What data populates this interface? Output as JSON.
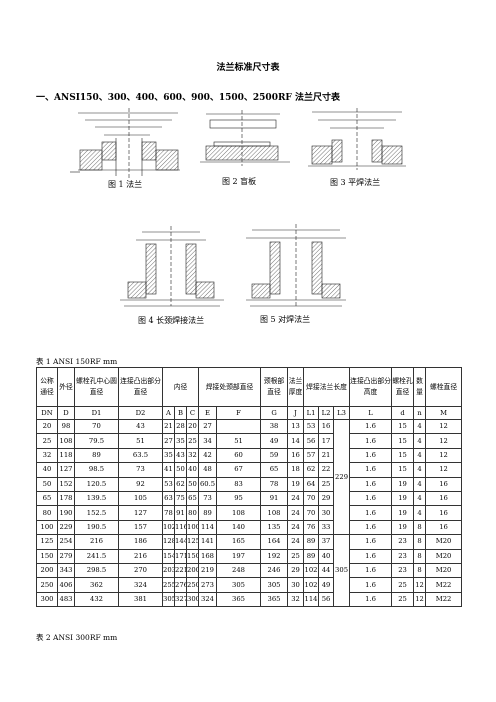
{
  "document": {
    "title": "法兰标准尺寸表",
    "section": "一、ANSI150、300、400、600、900、1500、2500RF 法兰尺寸表"
  },
  "figures": {
    "fig1": "图 1 法兰",
    "fig2": "图 2 盲板",
    "fig3": "图 3 平焊法兰",
    "fig4": "图 4 长颈焊接法兰",
    "fig5": "图 5 对焊法兰"
  },
  "table1": {
    "caption": "表  1 ANSI 150RF      mm",
    "headers": [
      "公称通径",
      "外径",
      "螺栓孔中心圆直径",
      "连接凸出部分直径",
      "内径",
      "焊接处颈部直径",
      "颈根部直径",
      "法兰厚度",
      "焊接法兰长度",
      "连接凸出部分高度",
      "螺栓孔直径",
      "数量",
      "螺栓直径"
    ],
    "sub": [
      "DN",
      "D",
      "D1",
      "D2",
      "A",
      "B",
      "C",
      "E",
      "F",
      "G",
      "J",
      "L1",
      "L2",
      "L3",
      "L",
      "d",
      "n",
      "M"
    ],
    "l3_merged": "229",
    "l_merged": "305",
    "rows": [
      [
        "20",
        "98",
        "70",
        "43",
        "21",
        "28",
        "20",
        "27",
        "",
        "38",
        "13",
        "53",
        "16",
        "1.6",
        "15",
        "4",
        "12"
      ],
      [
        "25",
        "108",
        "79.5",
        "51",
        "27",
        "35",
        "25",
        "34",
        "51",
        "49",
        "14",
        "56",
        "17",
        "1.6",
        "15",
        "4",
        "12"
      ],
      [
        "32",
        "118",
        "89",
        "63.5",
        "35",
        "43",
        "32",
        "42",
        "60",
        "59",
        "16",
        "57",
        "21",
        "1.6",
        "15",
        "4",
        "12"
      ],
      [
        "40",
        "127",
        "98.5",
        "73",
        "41",
        "50",
        "40",
        "48",
        "67",
        "65",
        "18",
        "62",
        "22",
        "1.6",
        "15",
        "4",
        "12"
      ],
      [
        "50",
        "152",
        "120.5",
        "92",
        "53",
        "62",
        "50",
        "60.5",
        "83",
        "78",
        "19",
        "64",
        "25",
        "1.6",
        "19",
        "4",
        "16"
      ],
      [
        "65",
        "178",
        "139.5",
        "105",
        "63",
        "75",
        "65",
        "73",
        "95",
        "91",
        "24",
        "70",
        "29",
        "1.6",
        "19",
        "4",
        "16"
      ],
      [
        "80",
        "190",
        "152.5",
        "127",
        "78",
        "91",
        "80",
        "89",
        "108",
        "108",
        "24",
        "70",
        "30",
        "1.6",
        "19",
        "4",
        "16"
      ],
      [
        "100",
        "229",
        "190.5",
        "157",
        "102",
        "116",
        "100",
        "114",
        "140",
        "135",
        "24",
        "76",
        "33",
        "1.6",
        "19",
        "8",
        "16"
      ],
      [
        "125",
        "254",
        "216",
        "186",
        "128",
        "144",
        "125",
        "141",
        "165",
        "164",
        "24",
        "89",
        "37",
        "1.6",
        "23",
        "8",
        "M20"
      ],
      [
        "150",
        "279",
        "241.5",
        "216",
        "154",
        "171",
        "150",
        "168",
        "197",
        "192",
        "25",
        "89",
        "40",
        "1.6",
        "23",
        "8",
        "M20"
      ],
      [
        "200",
        "343",
        "298.5",
        "270",
        "203",
        "221",
        "200",
        "219",
        "248",
        "246",
        "29",
        "102",
        "44",
        "1.6",
        "23",
        "8",
        "M20"
      ],
      [
        "250",
        "406",
        "362",
        "324",
        "255",
        "276",
        "250",
        "273",
        "305",
        "305",
        "30",
        "102",
        "49",
        "1.6",
        "25",
        "12",
        "M22"
      ],
      [
        "300",
        "483",
        "432",
        "381",
        "305",
        "327",
        "300",
        "324",
        "365",
        "365",
        "32",
        "114",
        "56",
        "1.6",
        "25",
        "12",
        "M22"
      ]
    ]
  },
  "table2": {
    "caption": "表  2 ANSI 300RF      mm"
  }
}
